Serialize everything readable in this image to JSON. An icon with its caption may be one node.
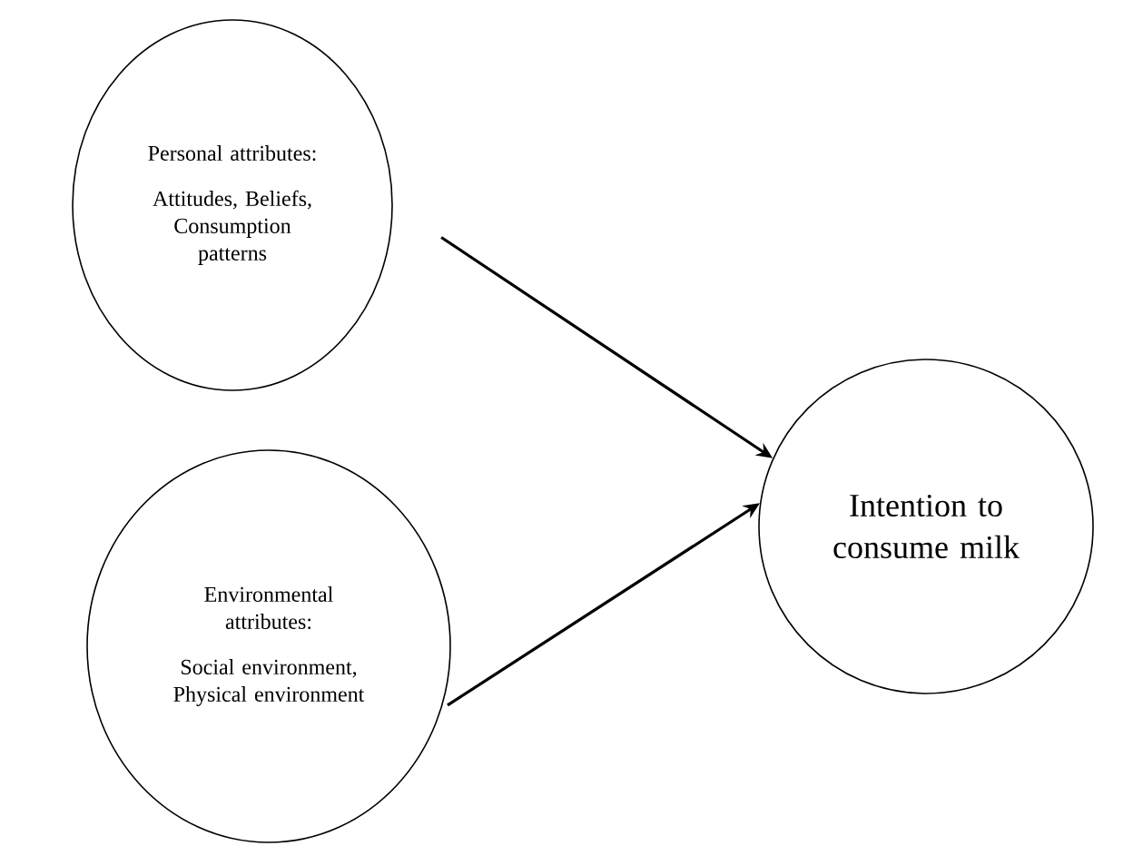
{
  "diagram": {
    "nodes": [
      {
        "text": [
          "Personal attributes:",
          "Attitudes, Beliefs, Consumption patterns"
        ]
      },
      {
        "text": [
          "Environmental attributes:",
          "Social environment, Physical environment"
        ]
      },
      {
        "text": [
          "Intention to consume milk"
        ]
      }
    ],
    "edges": [
      {
        "from": 0,
        "to": 2,
        "arrow": "to"
      },
      {
        "from": 1,
        "to": 2,
        "arrow": "to"
      }
    ]
  }
}
